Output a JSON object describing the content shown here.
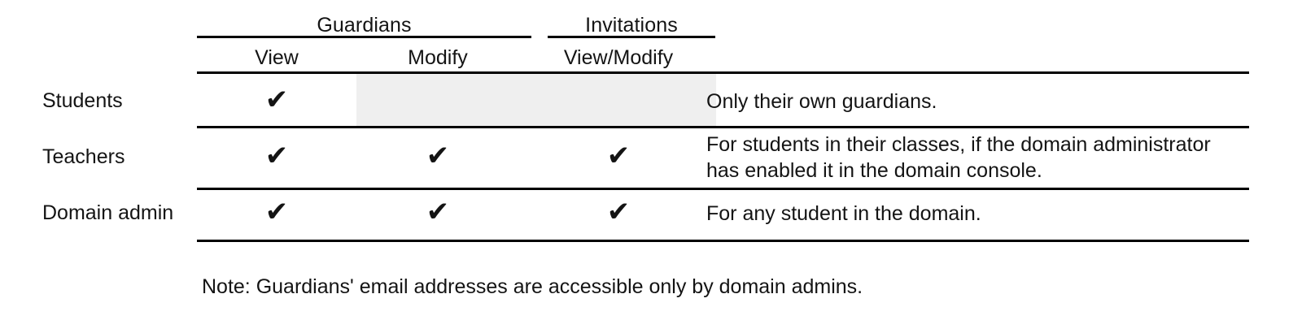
{
  "table": {
    "column_groups": [
      {
        "id": "guardians",
        "label": "Guardians",
        "spans": 2
      },
      {
        "id": "invitations",
        "label": "Invitations",
        "spans": 1
      }
    ],
    "sub_headers": [
      {
        "id": "view",
        "label": "View"
      },
      {
        "id": "modify",
        "label": "Modify"
      },
      {
        "id": "viewmodify",
        "label": "View/Modify"
      }
    ],
    "check_glyph": "✔",
    "disabled_cell_color": "#efefef",
    "rule_color": "#000000",
    "rows": [
      {
        "label": "Students",
        "guardians_view": true,
        "guardians_modify": false,
        "invitations_view_modify": false,
        "description": "Only their own guardians."
      },
      {
        "label": "Teachers",
        "guardians_view": true,
        "guardians_modify": true,
        "invitations_view_modify": true,
        "description": "For students in their classes, if the domain administrator has enabled it in the domain console."
      },
      {
        "label": "Domain admin",
        "guardians_view": true,
        "guardians_modify": true,
        "invitations_view_modify": true,
        "description": "For any student in the domain."
      }
    ]
  },
  "note": "Note: Guardians' email addresses are accessible only by domain admins."
}
